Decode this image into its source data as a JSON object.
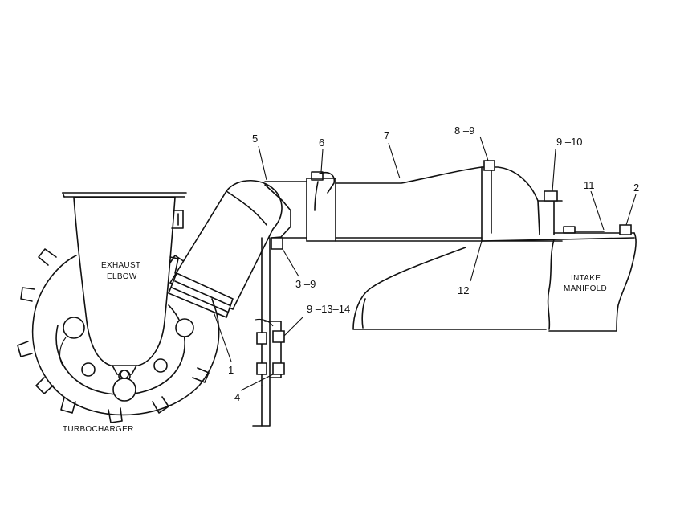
{
  "labels": {
    "exhaust_elbow_line1": "EXHAUST",
    "exhaust_elbow_line2": "ELBOW",
    "intake_manifold_line1": "INTAKE",
    "intake_manifold_line2": "MANIFOLD",
    "turbocharger": "TURBOCHARGER"
  },
  "callouts": {
    "c1": "1",
    "c2": "2",
    "c3_9": "3 –9",
    "c4": "4",
    "c5": "5",
    "c6": "6",
    "c7": "7",
    "c8_9": "8 –9",
    "c9_10": "9 –10",
    "c9_13_14": "9 –13–14",
    "c11": "11",
    "c12": "12"
  }
}
